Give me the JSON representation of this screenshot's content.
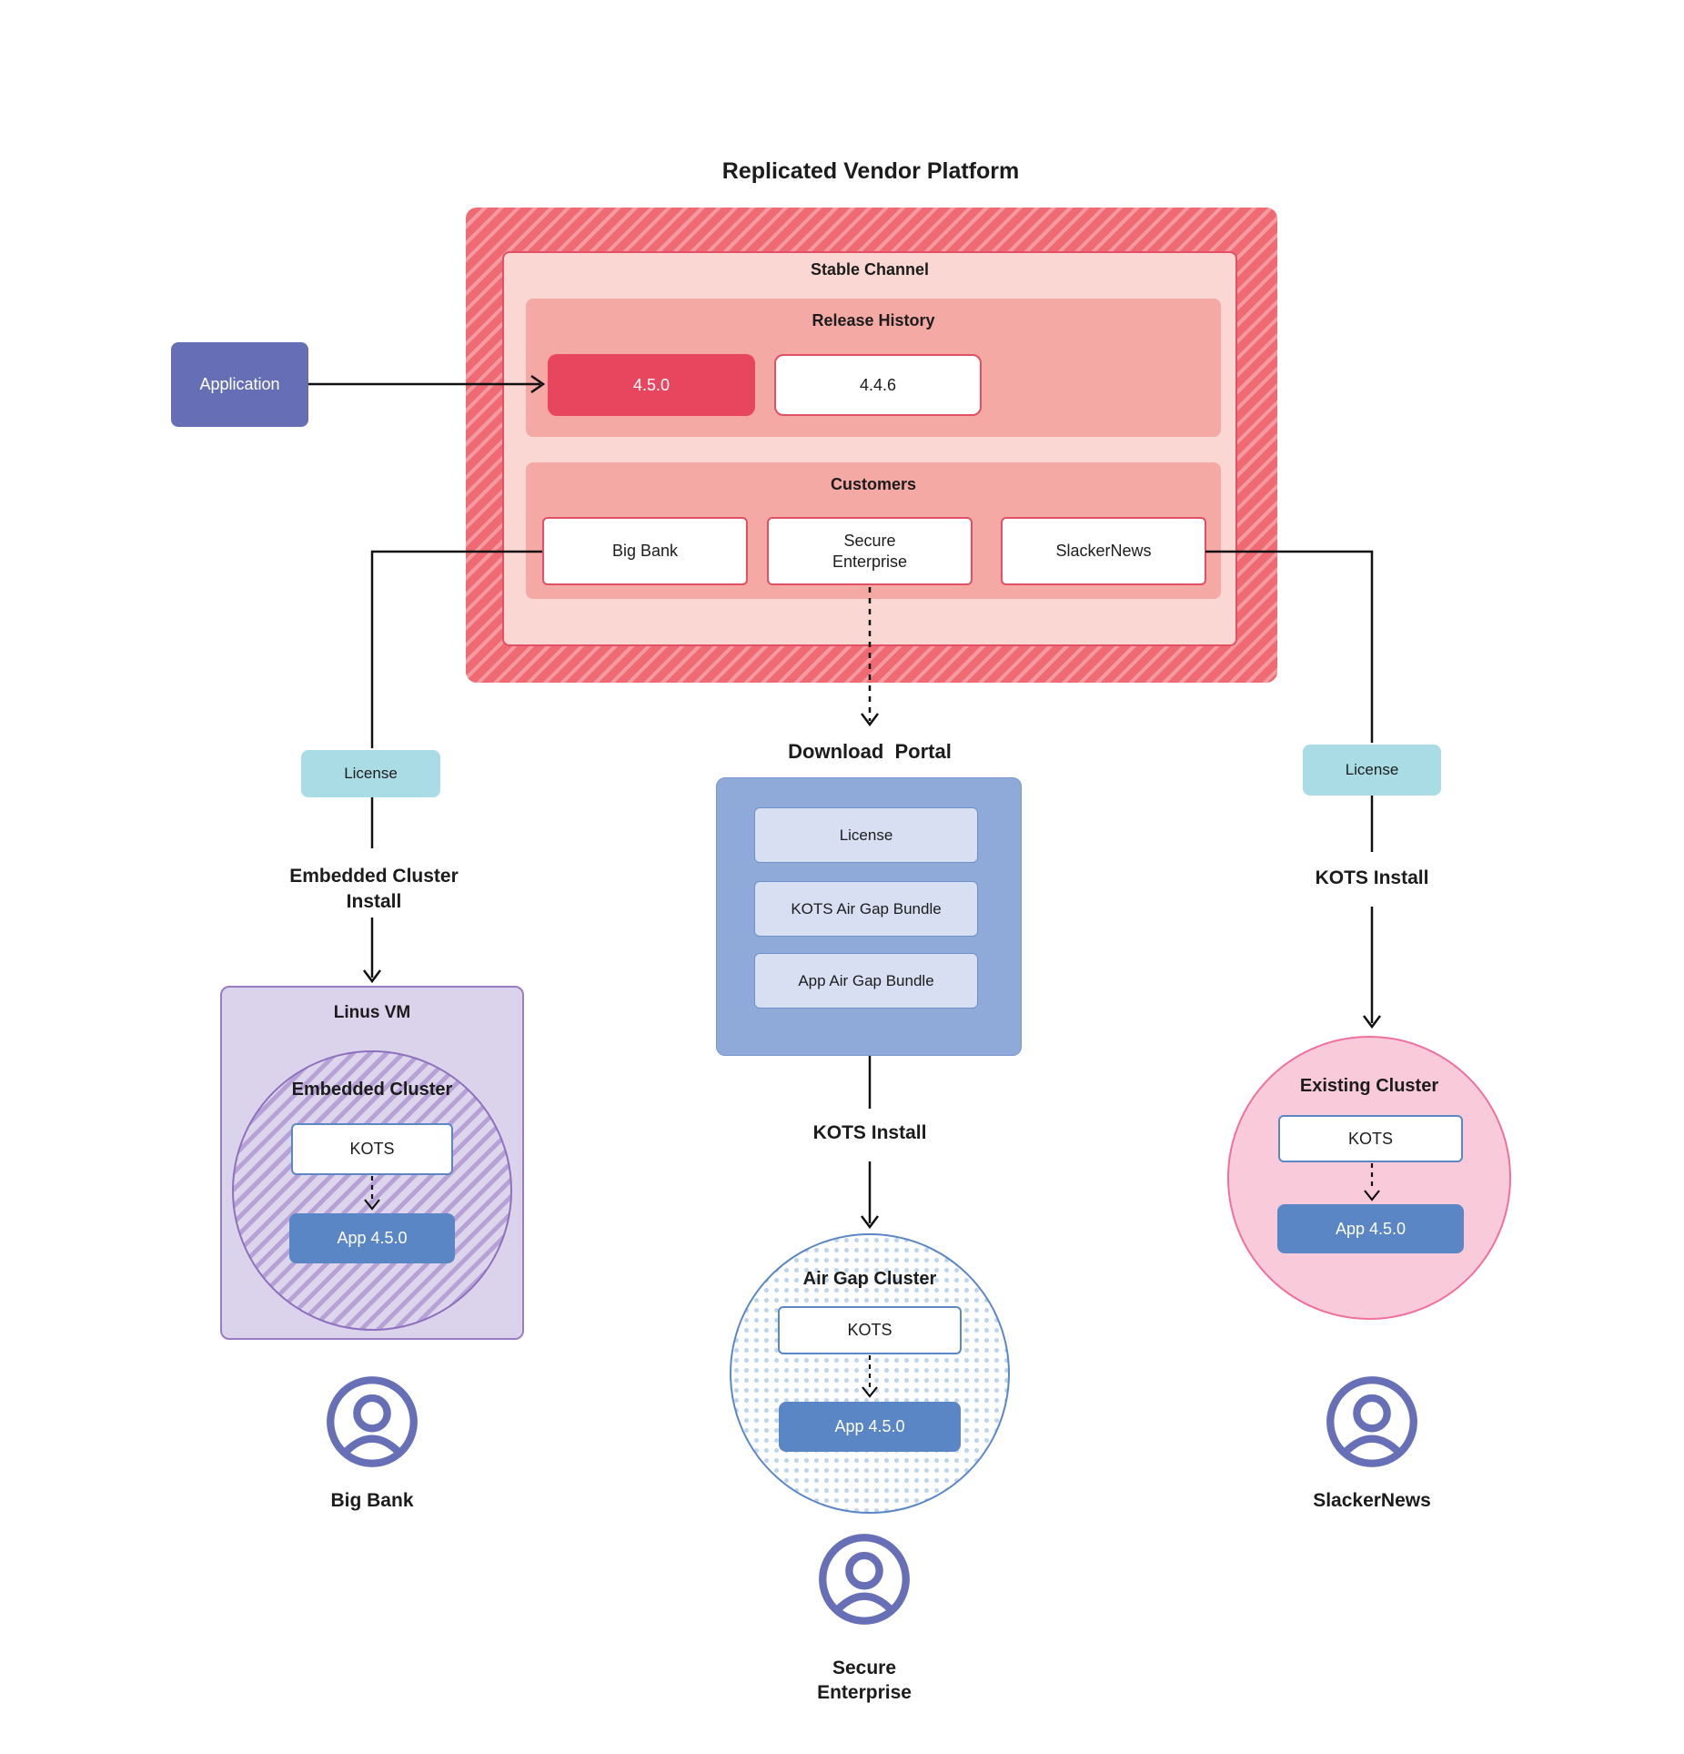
{
  "title": "Replicated Vendor Platform",
  "platform": {
    "stable_channel_label": "Stable Channel",
    "release_history": {
      "label": "Release History",
      "releases": [
        {
          "version": "4.5.0"
        },
        {
          "version": "4.4.6"
        }
      ]
    },
    "customers": {
      "label": "Customers",
      "items": [
        "Big Bank",
        "Secure Enterprise",
        "SlackerNews"
      ]
    }
  },
  "application": {
    "label": "Application"
  },
  "left_flow": {
    "license_label": "License",
    "install_label": "Embedded Cluster Install",
    "vm_label": "Linus VM",
    "cluster_label": "Embedded Cluster",
    "kots_label": "KOTS",
    "app_label": "App 4.5.0",
    "person_label": "Big Bank"
  },
  "middle_flow": {
    "portal_title": "Download  Portal",
    "portal_items": [
      "License",
      "KOTS Air Gap Bundle",
      "App Air Gap Bundle"
    ],
    "install_label": "KOTS Install",
    "cluster_label": "Air Gap Cluster",
    "kots_label": "KOTS",
    "app_label": "App 4.5.0",
    "person_label": "Secure Enterprise"
  },
  "right_flow": {
    "license_label": "License",
    "install_label": "KOTS Install",
    "cluster_label": "Existing Cluster",
    "kots_label": "KOTS",
    "app_label": "App 4.5.0",
    "person_label": "SlackerNews"
  },
  "colors": {
    "platform_stripe_red": "#EF6A72",
    "platform_stripe_light": "#F49AA0",
    "stable_channel_bg": "#FAD7D3",
    "panel_salmon": "#F5A9A4",
    "release_highlight": "#E8465E",
    "box_border_red": "#E15065",
    "application_indigo": "#666FB5",
    "license_teal": "#A9DCE5",
    "portal_blue": "#8FA9D9",
    "portal_item_bg": "#D9DFF3",
    "kots_border_blue": "#5C87C7",
    "app_blue": "#5B86C6",
    "vm_purple_bg": "#DBD2EB",
    "vm_purple_border": "#9A7DC4",
    "hatch_purple": "#B7A2D8",
    "existing_pink_bg": "#F9CBDA",
    "existing_pink_border": "#F0709A",
    "dot_blue": "#BFD5EC",
    "person_indigo": "#6770B7",
    "connector_black": "#111111"
  }
}
